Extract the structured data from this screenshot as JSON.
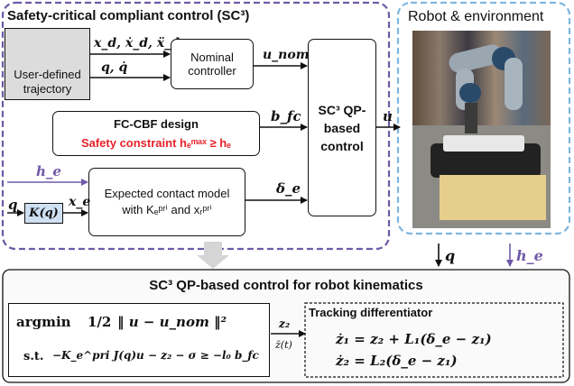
{
  "sc3": {
    "title": "Safety-critical compliant control (SC³)",
    "user_box": "User-defined trajectory",
    "nominal": "Nominal controller",
    "fccbf_title": "FC-CBF design",
    "fccbf_constraint": "Safety constraint hₑᵐᵃˣ ≥ hₑ",
    "contact_model": "Expected contact model with Kₑᵖʳⁱ and xᵣᵖʳⁱ",
    "kq": "K(q)",
    "qp": "SC³ QP-based control",
    "signals": {
      "xd": "x_d, ẋ_d, ẍ_d",
      "qqd": "q, q̇",
      "unom": "u_nom",
      "bfc": "b_fc",
      "he": "h_e",
      "q": "q",
      "xe": "x_e",
      "de": "δ_e",
      "u": "u"
    }
  },
  "robot": {
    "title": "Robot & environment",
    "out_q": "q",
    "out_he": "h_e"
  },
  "bottom": {
    "title": "SC³ QP-based control for robot kinematics",
    "argmin": "argmin",
    "half": "1/2",
    "objective": "‖ u − u_nom ‖²",
    "st": "s.t.",
    "constraint": "−K_e^pri J(q)u − z₂ − σ ≥ −l₀ b_fc",
    "z2": "z₂",
    "zt": "z̄(t)",
    "td_title": "Tracking differentiator",
    "eq1": "ż₁ = z₂ + L₁(δ_e − z₁)",
    "eq2": "ż₂ = L₂(δ_e − z₁)"
  },
  "colors": {
    "purple": "#6f5aa8",
    "blue": "#7fb6e0",
    "red": "#e8232a",
    "kq_fill": "#cfe0f2",
    "arrow_gray": "#d5d5d5",
    "person_fill": "#dcdcdc"
  }
}
